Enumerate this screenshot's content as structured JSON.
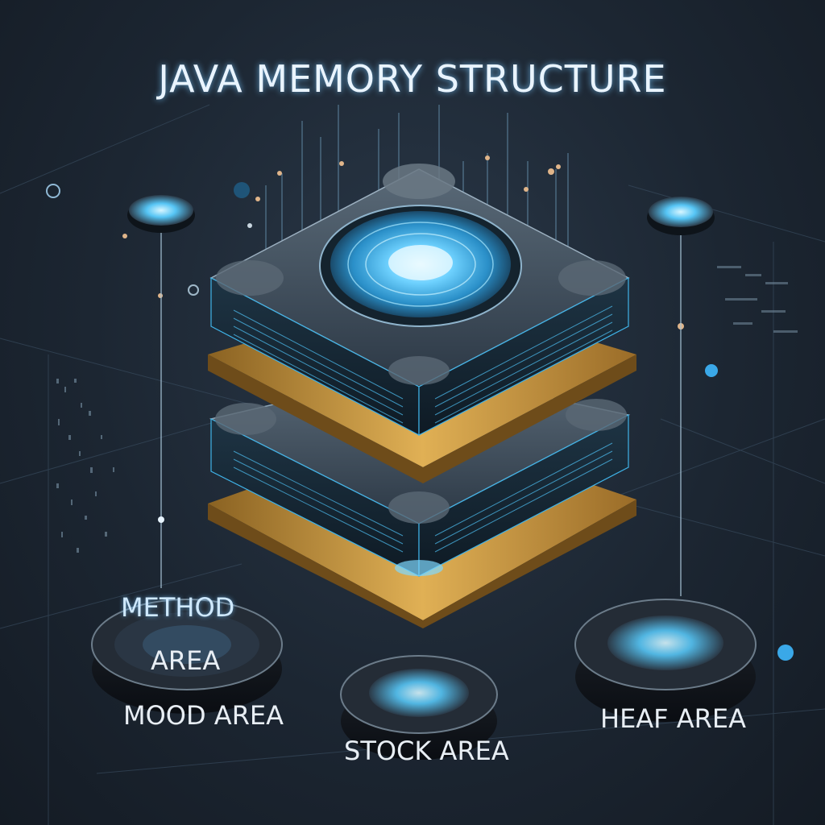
{
  "title": "JAVA MEMORY STRUCTURE",
  "labels": {
    "method_line1": "METHOD",
    "method_line2": "AREA",
    "mood_area": "MOOD AREA",
    "stock_area": "STOCK AREA",
    "heap_area": "HEAF AREA"
  },
  "colors": {
    "background": "#1c2632",
    "accent_glow": "#4fc3f7",
    "gold_layer": "#c9953a",
    "dark_layer": "#2a3440"
  }
}
